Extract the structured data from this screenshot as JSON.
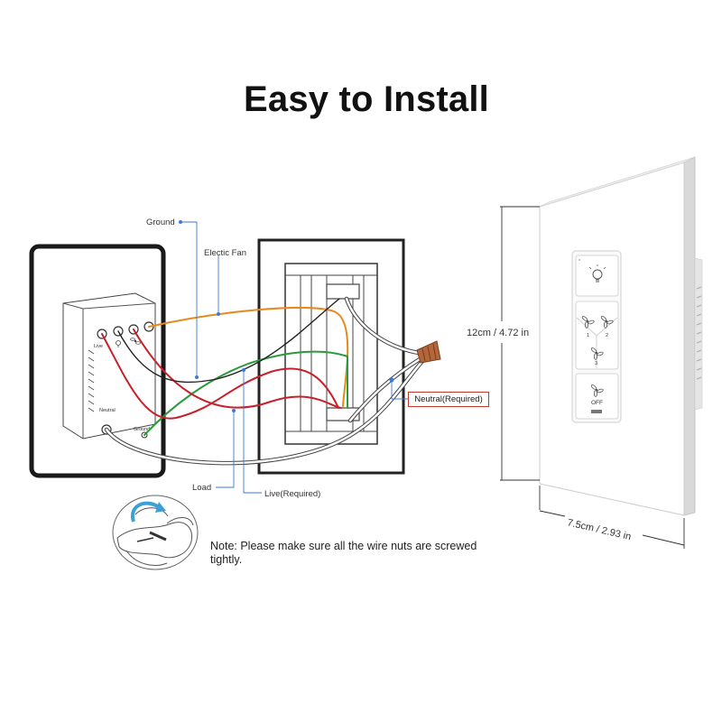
{
  "title": "Easy to Install",
  "labels": {
    "ground": "Ground",
    "electric_fan": "Electic Fan",
    "neutral_required": "Neutral(Required)",
    "load": "Load",
    "live_required": "Live(Required)"
  },
  "terminals": {
    "live": "Live",
    "neutral": "Neutral",
    "ground": "Ground"
  },
  "dimensions": {
    "height": "12cm / 4.72 in",
    "width": "7.5cm / 2.93 in"
  },
  "switch_buttons": {
    "fan_speed_1": "1",
    "fan_speed_2": "2",
    "fan_speed_3": "3",
    "off": "OFF"
  },
  "note": "Note: Please make sure all the wire nuts are screwed tightly.",
  "colors": {
    "orange_wire": "#e8891c",
    "green_wire": "#2a9a3a",
    "red_wire": "#c8202a",
    "white_wire": "#ffffff",
    "leader_line": "#3a7bd5",
    "box_frame": "#222222",
    "wire_nut": "#b5653a"
  }
}
